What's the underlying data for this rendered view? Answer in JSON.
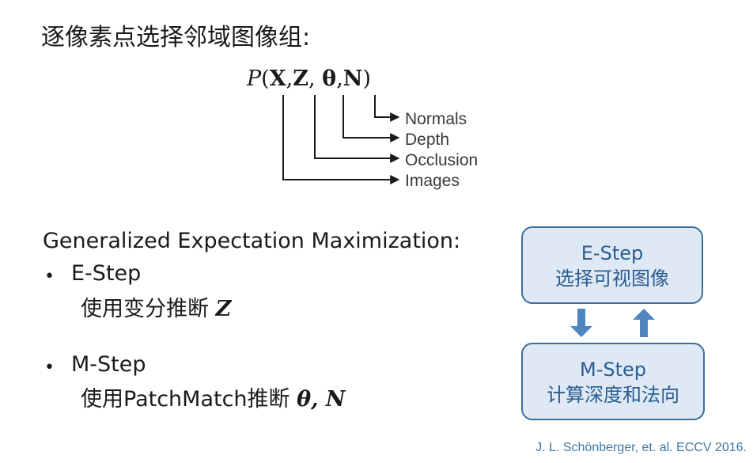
{
  "title": "逐像素点选择邻域图像组:",
  "formula": {
    "P": "P",
    "open": "(",
    "X": "X",
    "comma1": ",",
    "Z": "Z",
    "comma2": ",",
    "theta": "θ",
    "comma3": ",",
    "N": "N",
    "close": ")"
  },
  "formula_labels": {
    "normals": "Normals",
    "depth": "Depth",
    "occlusion": "Occlusion",
    "images": "Images"
  },
  "gem_heading": "Generalized Expectation Maximization:",
  "bullet_glyph": "•",
  "e_step": {
    "label": "E-Step",
    "desc_text": "使用变分推断 ",
    "desc_math": "Z"
  },
  "m_step": {
    "label": "M-Step",
    "desc_text": "使用PatchMatch推断 ",
    "desc_math": "θ, N"
  },
  "diagram": {
    "e_box": {
      "line1": "E-Step",
      "line2": "选择可视图像"
    },
    "m_box": {
      "line1": "M-Step",
      "line2": "计算深度和法向"
    },
    "arrow_color": "#4f86c0"
  },
  "citation": "J. L. Schönberger, et. al. ECCV 2016."
}
